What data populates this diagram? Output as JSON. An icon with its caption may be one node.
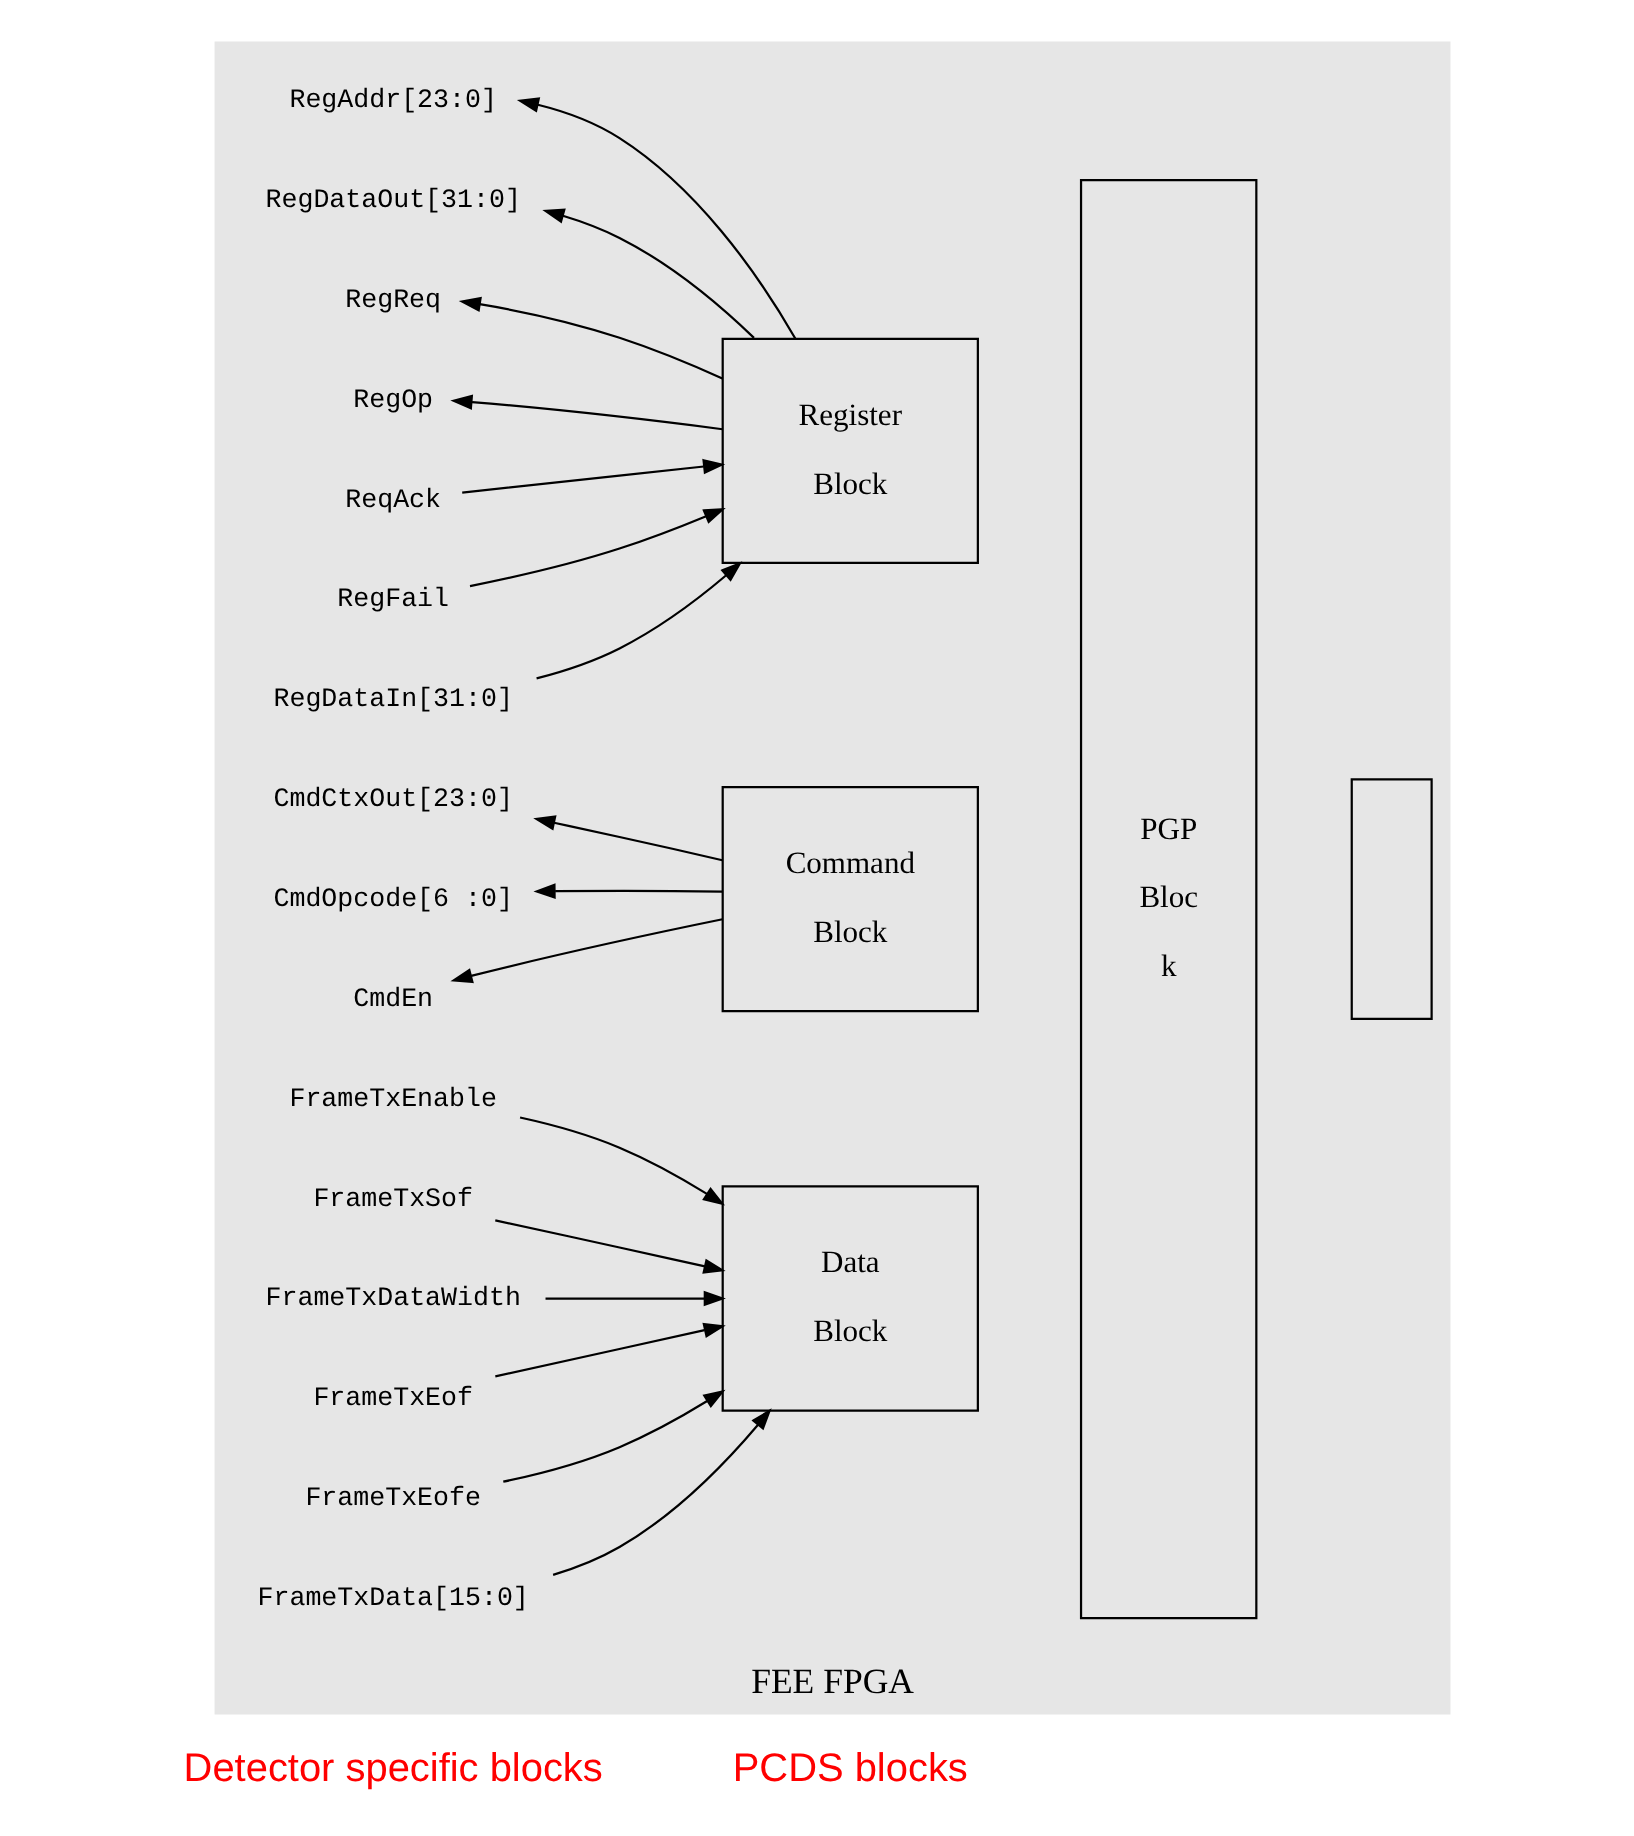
{
  "diagram": {
    "nodes": [
      {
        "text": [
          "FEE FPGA"
        ]
      },
      {
        "text": [
          "RegAddr[23:0]"
        ],
        "in": 0
      },
      {
        "text": [
          "RegDataOut[31:0]"
        ],
        "in": 0
      },
      {
        "text": [
          "RegReq"
        ],
        "in": 0
      },
      {
        "text": [
          "RegOp"
        ],
        "in": 0
      },
      {
        "text": [
          "ReqAck"
        ],
        "in": 0
      },
      {
        "text": [
          "RegFail"
        ],
        "in": 0
      },
      {
        "text": [
          "RegDataIn[31:0]"
        ],
        "in": 0
      },
      {
        "text": [
          "Register Block"
        ],
        "in": 0
      },
      {
        "text": [
          "CmdCtxOut[23:0]"
        ],
        "in": 0
      },
      {
        "text": [
          "CmdOpcode[6 :0]"
        ],
        "in": 0
      },
      {
        "text": [
          "CmdEn"
        ],
        "in": 0
      },
      {
        "text": [
          "Command Block"
        ],
        "in": 0
      },
      {
        "text": [
          "FrameTxEnable"
        ],
        "in": 0
      },
      {
        "text": [
          "FrameTxSof"
        ],
        "in": 0
      },
      {
        "text": [
          "FrameTxDataWidth"
        ],
        "in": 0
      },
      {
        "text": [
          "FrameTxEof"
        ],
        "in": 0
      },
      {
        "text": [
          "FrameTxEofe"
        ],
        "in": 0
      },
      {
        "text": [
          "FrameTxData[15:0]"
        ],
        "in": 0
      },
      {
        "text": [
          "Data Block"
        ],
        "in": 0
      },
      {
        "text": [
          "PGP Bloc k"
        ],
        "in": 0
      },
      {
        "text": [],
        "shape": "box",
        "in": 0
      }
    ],
    "edges": [
      {
        "from": 8,
        "to": 1,
        "arrow": "to"
      },
      {
        "from": 8,
        "to": 2,
        "arrow": "to"
      },
      {
        "from": 8,
        "to": 3,
        "arrow": "to"
      },
      {
        "from": 8,
        "to": 4,
        "arrow": "to"
      },
      {
        "from": 5,
        "to": 8,
        "arrow": "to"
      },
      {
        "from": 6,
        "to": 8,
        "arrow": "to"
      },
      {
        "from": 7,
        "to": 8,
        "arrow": "to"
      },
      {
        "from": 12,
        "to": 9,
        "arrow": "to"
      },
      {
        "from": 12,
        "to": 10,
        "arrow": "to"
      },
      {
        "from": 12,
        "to": 11,
        "arrow": "to"
      },
      {
        "from": 13,
        "to": 19,
        "arrow": "to"
      },
      {
        "from": 14,
        "to": 19,
        "arrow": "to"
      },
      {
        "from": 15,
        "to": 19,
        "arrow": "to"
      },
      {
        "from": 16,
        "to": 19,
        "arrow": "to"
      },
      {
        "from": 17,
        "to": 19,
        "arrow": "to"
      },
      {
        "from": 18,
        "to": 19,
        "arrow": "to"
      }
    ],
    "labels": [
      "Detector specific blocks",
      "PCDS blocks"
    ]
  }
}
